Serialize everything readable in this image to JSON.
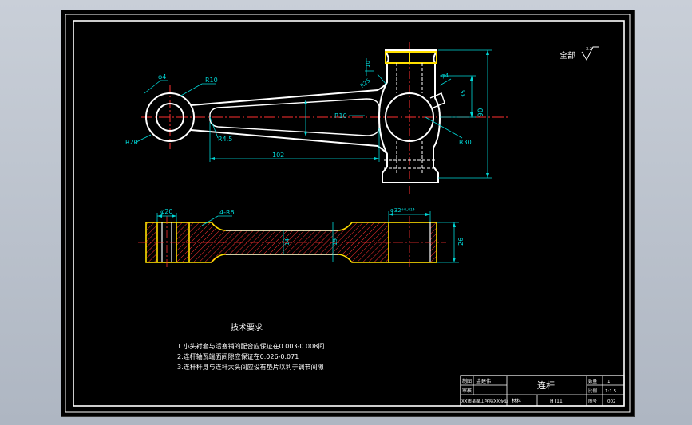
{
  "drawing": {
    "surface_finish": {
      "label": "全部",
      "value": "3.2"
    },
    "view_top_dims": {
      "d_small_pin": "φ4",
      "r_small_eye": "R10",
      "r_small_outer": "R20",
      "r_root": "R4.5",
      "center_distance": "102",
      "r_mid": "R10",
      "r_neck": "R25",
      "d_big_pin": "φ4",
      "r_big_outer": "R30",
      "h_upper": "35",
      "h_total": "90",
      "h_pad": "10"
    },
    "view_section_dims": {
      "d_small_bore": "φ20",
      "fillet": "4-R6",
      "web": "14",
      "flange": "19",
      "d_big_bore": "φ32⁺⁰·⁰¹⁴",
      "width": "26"
    },
    "tech_requirements": {
      "title": "技术要求",
      "items": [
        "1.小头衬套与活塞销的配合应保证在0.003-0.008间",
        "2.连杆轴瓦端面间隙应保证在0.026-0.071",
        "3.连杆杆身与连杆大头间应设有垫片以利于调节间隙"
      ]
    },
    "title_block": {
      "part_name": "连杆",
      "designed": "制图",
      "designer": "金建伟",
      "checked": "审核",
      "school": "XX市某某工学院XX专业",
      "material_label": "材料",
      "material": "HT11",
      "qty_label": "数量",
      "qty": "1",
      "scale_label": "比例",
      "scale": "1:1.5",
      "sheet_label": "图号",
      "sheet": "002"
    }
  }
}
